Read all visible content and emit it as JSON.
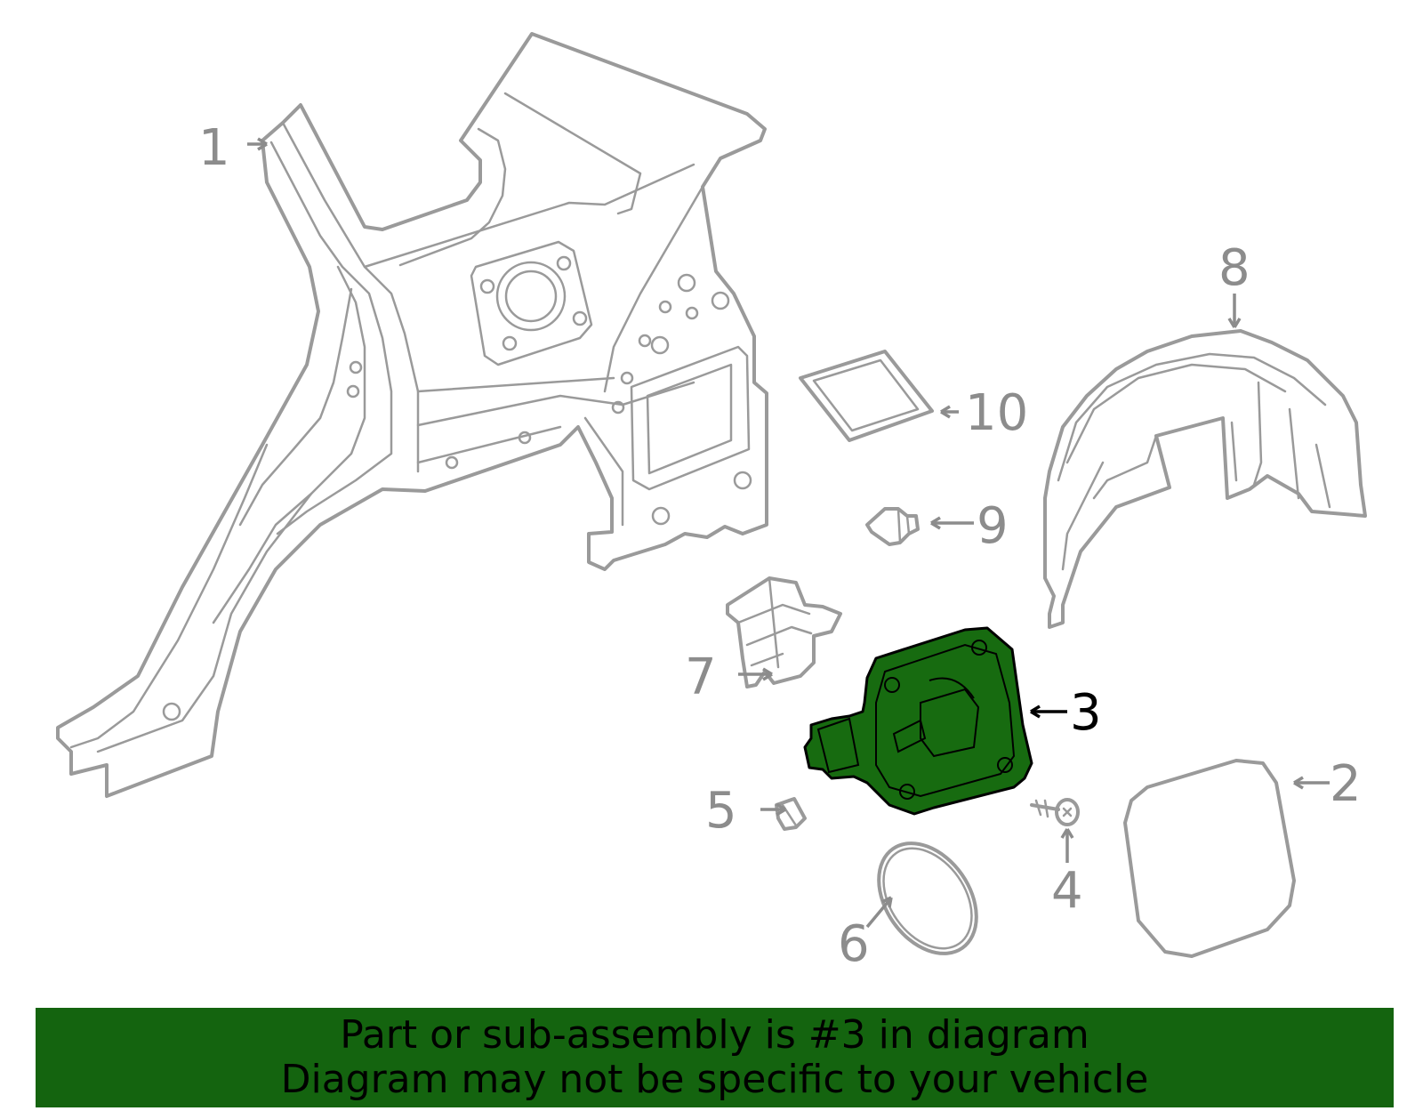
{
  "diagram": {
    "callouts": [
      {
        "id": "1",
        "label": "1"
      },
      {
        "id": "2",
        "label": "2"
      },
      {
        "id": "3",
        "label": "3"
      },
      {
        "id": "4",
        "label": "4"
      },
      {
        "id": "5",
        "label": "5"
      },
      {
        "id": "6",
        "label": "6"
      },
      {
        "id": "7",
        "label": "7"
      },
      {
        "id": "8",
        "label": "8"
      },
      {
        "id": "9",
        "label": "9"
      },
      {
        "id": "10",
        "label": "10"
      }
    ],
    "highlighted_part": "3",
    "colors": {
      "line": "#9a9a9a",
      "highlight": "#176b10",
      "banner": "#14640f",
      "active_text": "#000000"
    }
  },
  "banner": {
    "line1": "Part or sub-assembly is #3 in diagram",
    "line2": "Diagram may not be specific to your vehicle"
  }
}
